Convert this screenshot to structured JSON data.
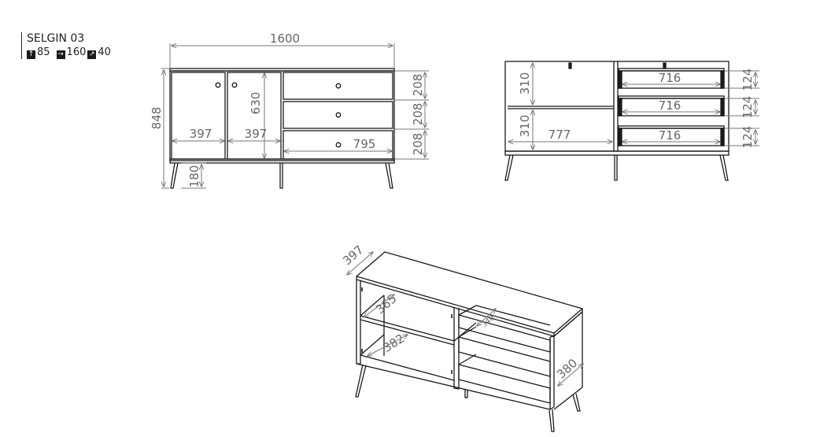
{
  "header": {
    "title": "SELGIN 03",
    "height_value": "85",
    "width_value": "160",
    "depth_value": "40",
    "height_icon": "arrow-up-icon",
    "width_icon": "arrow-right-icon",
    "depth_icon": "arrow-diagonal-icon"
  },
  "front": {
    "total_width": "1600",
    "total_height": "848",
    "door_width_left": "397",
    "door_width_right": "397",
    "door_height": "630",
    "drawer_front_width": "795",
    "drawer_heights": [
      "208",
      "208",
      "208"
    ],
    "leg_height": "180"
  },
  "open": {
    "shelf_height_top": "310",
    "shelf_height_bottom": "310",
    "compartment_width": "777",
    "drawer_inner_widths": [
      "716",
      "716",
      "716"
    ],
    "drawer_inner_heights": [
      "124",
      "124",
      "124"
    ]
  },
  "iso": {
    "depth": "397",
    "shelf_depth_top": "365",
    "shelf_depth_bottom": "382",
    "drawer_depth": "340",
    "side_depth": "380"
  },
  "colors": {
    "line": "#1a1a1a",
    "dimension": "#777777",
    "text": "#666666"
  }
}
